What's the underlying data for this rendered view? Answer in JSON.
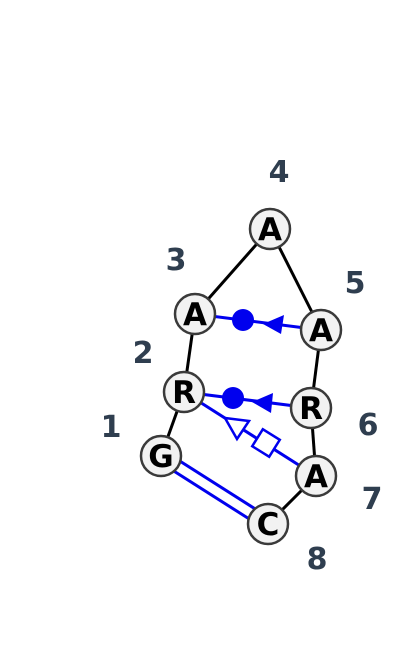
{
  "colors": {
    "background": "#ffffff",
    "backbone": "#000000",
    "interaction": "#0000ee",
    "node_fill": "#f2f2f2",
    "node_stroke": "#3a3a3a",
    "number": "#2f3e4f"
  },
  "nodes": [
    {
      "id": "n1",
      "letter": "G",
      "number": "1"
    },
    {
      "id": "n2",
      "letter": "R",
      "number": "2"
    },
    {
      "id": "n3",
      "letter": "A",
      "number": "3"
    },
    {
      "id": "n4",
      "letter": "A",
      "number": "4"
    },
    {
      "id": "n5",
      "letter": "A",
      "number": "5"
    },
    {
      "id": "n6",
      "letter": "R",
      "number": "6"
    },
    {
      "id": "n7",
      "letter": "A",
      "number": "7"
    },
    {
      "id": "n8",
      "letter": "C",
      "number": "8"
    }
  ],
  "backbone": [
    [
      "n1",
      "n2"
    ],
    [
      "n2",
      "n3"
    ],
    [
      "n3",
      "n4"
    ],
    [
      "n4",
      "n5"
    ],
    [
      "n5",
      "n6"
    ],
    [
      "n6",
      "n7"
    ],
    [
      "n7",
      "n8"
    ]
  ],
  "interactions": [
    {
      "from": "n5",
      "to": "n3",
      "type": "circle-triangle"
    },
    {
      "from": "n6",
      "to": "n2",
      "type": "circle-triangle"
    },
    {
      "from": "n7",
      "to": "n2",
      "type": "square-open-triangle"
    },
    {
      "from": "n8",
      "to": "n1",
      "type": "double-line"
    }
  ]
}
